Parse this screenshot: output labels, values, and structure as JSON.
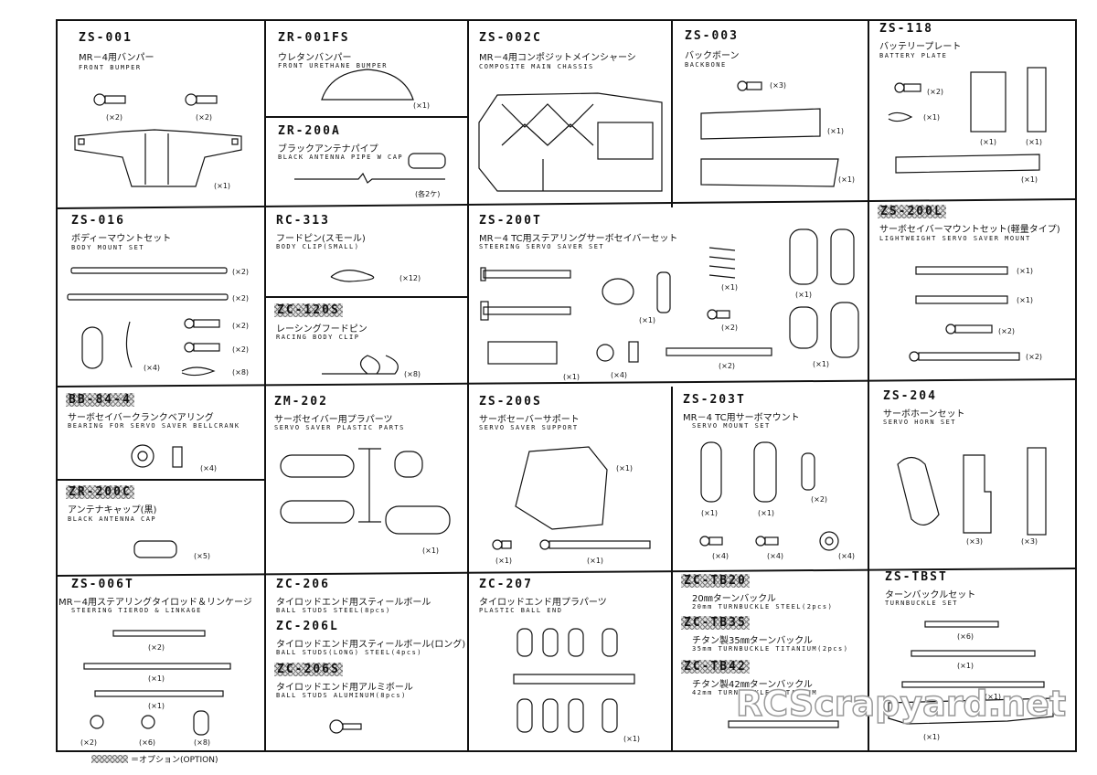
{
  "legend": "＝オプション(OPTION)",
  "watermark": "RCScrapyard.net",
  "cells": [
    {
      "id": "zs-001",
      "code": "ZS-001",
      "jp": "MR－4用バンパー",
      "en": "FRONT BUMPER",
      "qty": [
        "(×2)",
        "(×2)",
        "(×1)"
      ]
    },
    {
      "id": "zr-001fs",
      "code": "ZR-001FS",
      "jp": "ウレタンバンパー",
      "en": "FRONT URETHANE BUMPER",
      "qty": [
        "(×1)"
      ]
    },
    {
      "id": "zr-200a",
      "code": "ZR-200A",
      "jp": "ブラックアンテナパイプ",
      "en": "BLACK ANTENNA PIPE W CAP",
      "qty": [
        "(各2ケ)"
      ]
    },
    {
      "id": "zs-002c",
      "code": "ZS-002C",
      "jp": "MR－4用コンポジットメインシャーシ",
      "en": "COMPOSITE MAIN CHASSIS",
      "qty": []
    },
    {
      "id": "zs-003",
      "code": "ZS-003",
      "jp": "バックボーン",
      "en": "BACKBONE",
      "qty": [
        "(×3)",
        "(×1)",
        "(×1)"
      ]
    },
    {
      "id": "zs-118",
      "code": "ZS-118",
      "jp": "バッテリープレート",
      "en": "BATTERY PLATE",
      "qty": [
        "(×2)",
        "(×1)",
        "(×1)",
        "(×1)",
        "(×1)"
      ]
    },
    {
      "id": "zs-016",
      "code": "ZS-016",
      "jp": "ボディーマウントセット",
      "en": "BODY MOUNT SET",
      "qty": [
        "(×2)",
        "(×2)",
        "(×2)",
        "(×2)",
        "(×4)",
        "(×8)"
      ]
    },
    {
      "id": "rc-313",
      "code": "RC-313",
      "jp": "フードピン(スモール)",
      "en": "BODY CLIP(SMALL)",
      "qty": [
        "(×12)"
      ]
    },
    {
      "id": "zc-120s",
      "code": "ZC-120S",
      "jp": "レーシングフードピン",
      "en": "RACING BODY CLIP",
      "qty": [
        "(×8)"
      ]
    },
    {
      "id": "zs-200t",
      "code": "ZS-200T",
      "jp": "MR－4 TC用ステアリングサーボセイバーセット",
      "en": "STEERING SERVO SAVER SET",
      "qty": [
        "(×1)",
        "(×1)",
        "(×1)",
        "(×2)",
        "(×2)",
        "(×1)",
        "(×1)",
        "(×4)"
      ]
    },
    {
      "id": "zs-200l",
      "code": "ZS-200L",
      "jp": "サーボセイバーマウントセット(軽量タイプ)",
      "en": "LIGHTWEIGHT SERVO SAVER MOUNT",
      "qty": [
        "(×1)",
        "(×1)",
        "(×2)",
        "(×2)"
      ]
    },
    {
      "id": "bb-84-4",
      "code": "BB-84-4",
      "jp": "サーボセイバークランクベアリング",
      "en": "BEARING FOR SERVO SAVER BELLCRANK",
      "qty": [
        "(×4)"
      ]
    },
    {
      "id": "zr-200c",
      "code": "ZR-200C",
      "jp": "アンテナキャップ(黒)",
      "en": "BLACK ANTENNA CAP",
      "qty": [
        "(×5)"
      ]
    },
    {
      "id": "zm-202",
      "code": "ZM-202",
      "jp": "サーボセイバー用プラパーツ",
      "en": "SERVO SAVER PLASTIC PARTS",
      "qty": [
        "(×1)"
      ]
    },
    {
      "id": "zs-200s",
      "code": "ZS-200S",
      "jp": "サーボセーバーサポート",
      "en": "SERVO SAVER SUPPORT",
      "qty": [
        "(×1)",
        "(×1)",
        "(×1)"
      ]
    },
    {
      "id": "zs-203t",
      "code": "ZS-203T",
      "jp": "MR－4 TC用サーボマウント",
      "en": "SERVO MOUNT SET",
      "qty": [
        "(×2)",
        "(×1)",
        "(×1)",
        "(×4)",
        "(×4)",
        "(×4)"
      ]
    },
    {
      "id": "zs-204",
      "code": "ZS-204",
      "jp": "サーボホーンセット",
      "en": "SERVO HORN SET",
      "qty": [
        "(×3)",
        "(×3)"
      ]
    },
    {
      "id": "zs-006t",
      "code": "ZS-006T",
      "jp": "MR－4用ステアリングタイロッド＆リンケージ",
      "en": "STEERING TIEROD & LINKAGE",
      "qty": [
        "(×2)",
        "(×1)",
        "(×1)",
        "(×2)",
        "(×6)",
        "(×8)"
      ]
    },
    {
      "id": "zc-206",
      "code": "ZC-206",
      "jp": "タイロッドエンド用スティールボール",
      "en": "BALL STUDS STEEL(8pcs)",
      "qty": []
    },
    {
      "id": "zc-206l",
      "code": "ZC-206L",
      "jp": "タイロッドエンド用スティールボール(ロング)",
      "en": "BALL STUDS(LONG) STEEL(4pcs)",
      "qty": []
    },
    {
      "id": "zc-206s",
      "code": "ZC-206S",
      "jp": "タイロッドエンド用アルミボール",
      "en": "BALL STUDS ALUMINUM(8pcs)",
      "qty": []
    },
    {
      "id": "zc-207",
      "code": "ZC-207",
      "jp": "タイロッドエンド用プラパーツ",
      "en": "PLASTIC BALL END",
      "qty": [
        "(×1)"
      ]
    },
    {
      "id": "zc-tb20",
      "code": "ZC-TB20",
      "jp": "20㎜ターンバックル",
      "en": "20mm TURNBUCKLE STEEL(2pcs)",
      "qty": []
    },
    {
      "id": "zc-tb35",
      "code": "ZC-TB35",
      "jp": "チタン製35㎜ターンバックル",
      "en": "35mm TURNBUCKLE TITANIUM(2pcs)",
      "qty": []
    },
    {
      "id": "zc-tb42",
      "code": "ZC-TB42",
      "jp": "チタン製42㎜ターンバックル",
      "en": "42mm TURNBUCKLE TITANIUM",
      "qty": []
    },
    {
      "id": "zs-tbst",
      "code": "ZS-TBST",
      "jp": "ターンバックルセット",
      "en": "TURNBUCKLE SET",
      "qty": [
        "(×6)",
        "(×1)",
        "(×1)",
        "(×1)"
      ]
    }
  ]
}
